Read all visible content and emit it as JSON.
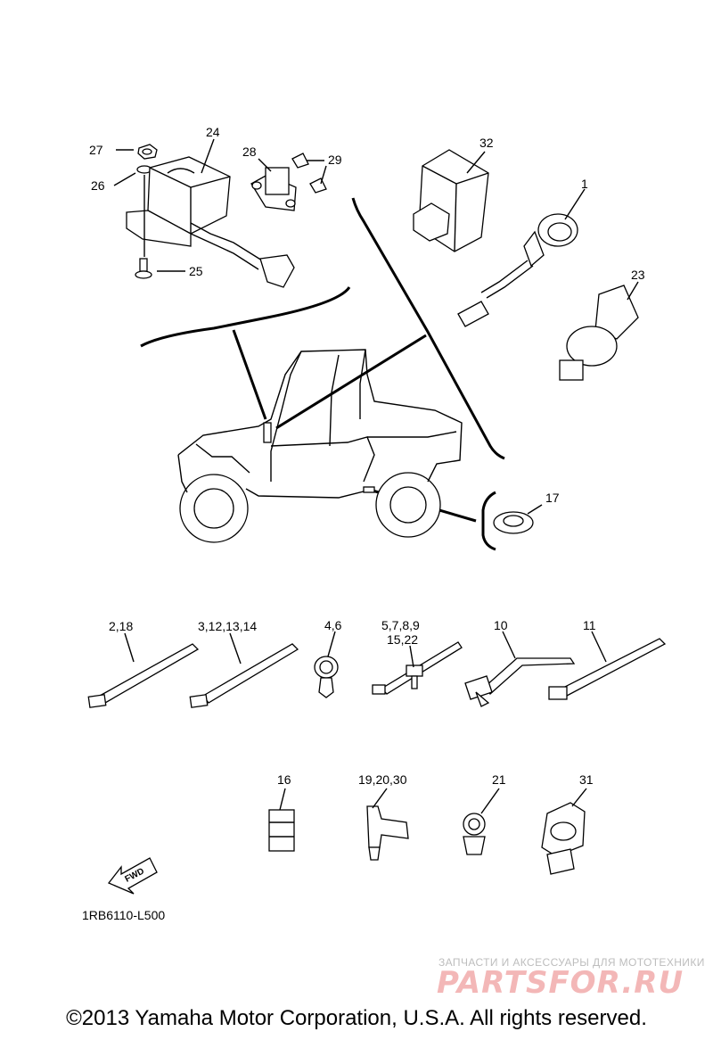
{
  "labels": {
    "p1": "1",
    "p2_18": "2,18",
    "p3_12_13_14": "3,12,13,14",
    "p4_6": "4,6",
    "p5_7_8_9": "5,7,8,9",
    "p15_22": "15,22",
    "p10": "10",
    "p11": "11",
    "p16": "16",
    "p17": "17",
    "p19_20_30": "19,20,30",
    "p21": "21",
    "p23": "23",
    "p24": "24",
    "p25": "25",
    "p26": "26",
    "p27": "27",
    "p28": "28",
    "p29": "29",
    "p31": "31",
    "p32": "32"
  },
  "fwd_label": "FWD",
  "diagram_code": "1RB6110-L500",
  "watermark": {
    "line1": "ЗАПЧАСТИ И АКСЕССУАРЫ ДЛЯ МОТОТЕХНИКИ",
    "line2": "PARTSFOR.RU"
  },
  "copyright": "©2013 Yamaha Motor Corporation, U.S.A. All rights reserved."
}
